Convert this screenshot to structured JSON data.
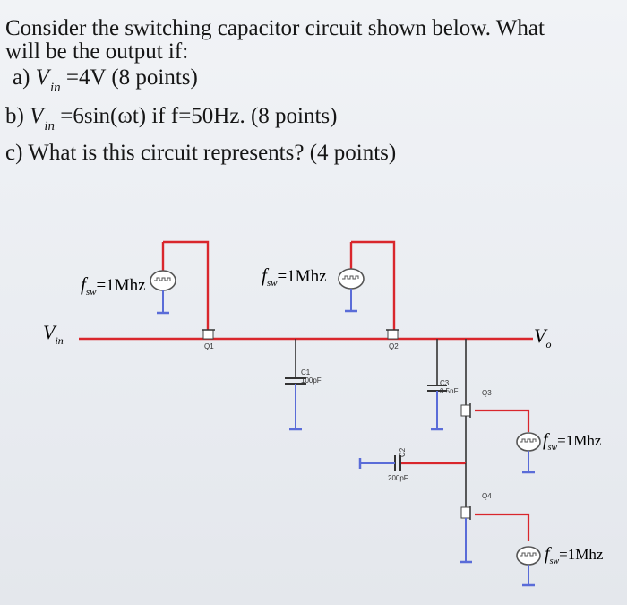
{
  "question": {
    "line1": "Consider the switching capacitor circuit shown below. What",
    "line2": "will be the output if:",
    "a": {
      "prefix": "a)",
      "var": "V",
      "sub": "in",
      "rest": "=4V (8 points)"
    },
    "b": {
      "prefix": "b)",
      "var": "V",
      "sub": "in",
      "rest": "=6sin(ωt) if f=50Hz. (8 points)"
    },
    "c": "c) What is this circuit represents? (4 points)"
  },
  "circuit": {
    "vin": {
      "var": "V",
      "sub": "in"
    },
    "vo": {
      "var": "V",
      "sub": "o"
    },
    "fsw1": {
      "f": "f",
      "sub": "sw",
      "val": "=1Mhz"
    },
    "fsw2": {
      "f": "f",
      "sub": "sw",
      "val": "=1Mhz"
    },
    "fsw3": {
      "f": "f",
      "sub": "sw",
      "val": "=1Mhz"
    },
    "fsw4": {
      "f": "f",
      "sub": "sw",
      "val": "=1Mhz"
    },
    "q1": "Q1",
    "q2": "Q2",
    "q3": "Q3",
    "q4": "Q4",
    "c1_name": "C1",
    "c1_val": "100pF",
    "c2_name": "C2",
    "c2_val": "200pF",
    "c3_name": "C3",
    "c3_val": "0.5nF"
  },
  "colors": {
    "wire": "#d9262c",
    "ground": "#5a6cd8",
    "ink": "#161616"
  }
}
